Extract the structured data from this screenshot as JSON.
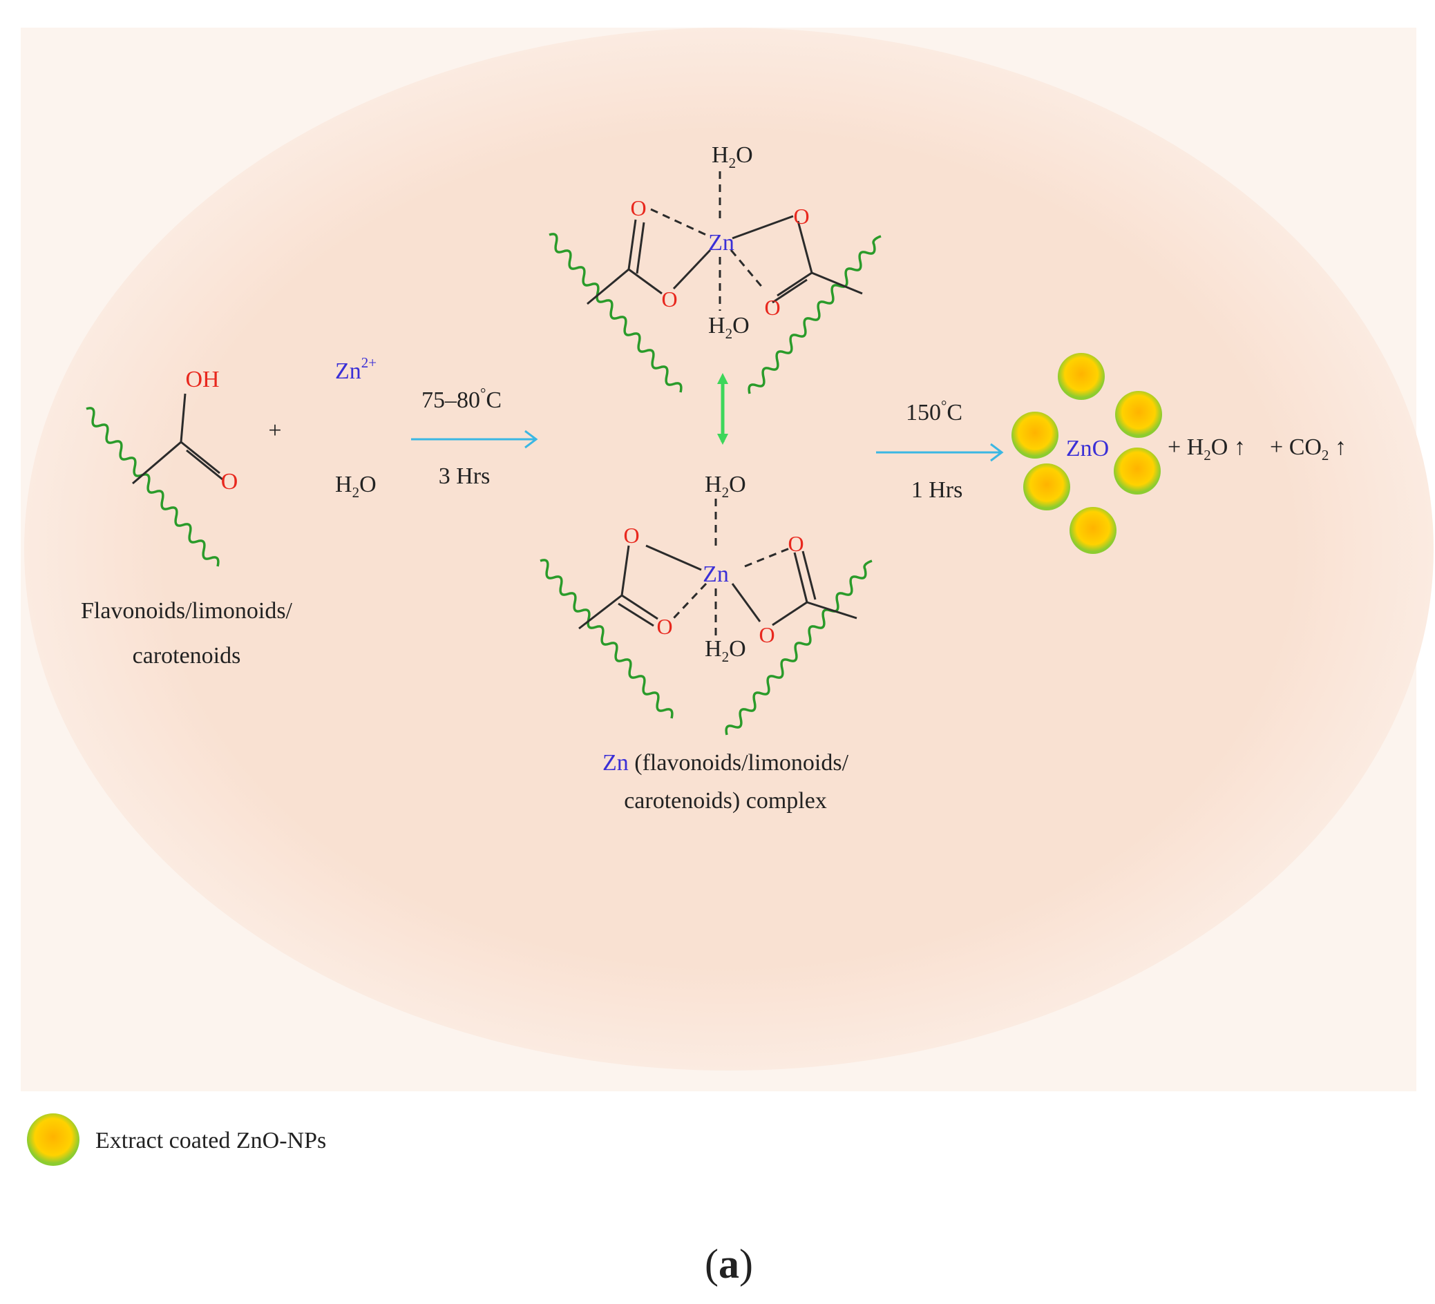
{
  "colors": {
    "background_ellipse": "#f9e2d4",
    "reaction_arrow": "#3bb7e3",
    "equilibrium_arrow": "#3dd65a",
    "zinc_label": "#3a2fd6",
    "oxygen_label": "#e8281e",
    "chain": "#2a9b2a",
    "nanoparticle_core": "#ffc400",
    "nanoparticle_rim": "#8ccc30"
  },
  "reactant": {
    "oh_label": "OH",
    "o_label": "O",
    "caption_line1": "Flavonoids/limonoids/",
    "caption_line2": "carotenoids"
  },
  "plus_sign": "+",
  "zinc_ion": {
    "symbol": "Zn",
    "charge": "2+"
  },
  "water_reagent": {
    "h": "H",
    "sub": "2",
    "o": "O"
  },
  "step1": {
    "temperature": "75–80",
    "degree": "°",
    "unit": "C",
    "time": "3 Hrs"
  },
  "complex_top": {
    "metal": "Zn",
    "oxygen": "O",
    "water_top": {
      "h": "H",
      "sub": "2",
      "o": "O"
    },
    "water_bottom": {
      "h": "H",
      "sub": "2",
      "o": "O"
    }
  },
  "complex_bottom": {
    "metal": "Zn",
    "oxygen": "O",
    "water_top": {
      "h": "H",
      "sub": "2",
      "o": "O"
    },
    "water_bottom": {
      "h": "H",
      "sub": "2",
      "o": "O"
    }
  },
  "complex_caption": {
    "zn": "Zn",
    "line1_rest": " (flavonoids/limonoids/",
    "line2": "carotenoids) complex"
  },
  "step2": {
    "temperature": "150",
    "degree": "°",
    "unit": "C",
    "time": "1 Hrs"
  },
  "product": {
    "label": "ZnO",
    "byproduct_water": {
      "plus": "+ ",
      "h": "H",
      "sub": "2",
      "o": "O",
      "arrow": " ↑"
    },
    "byproduct_co2": {
      "plus": "+ ",
      "c": "CO",
      "sub": "2",
      "arrow": " ↑"
    }
  },
  "legend": {
    "label": "Extract coated ZnO-NPs"
  },
  "panel_label": {
    "open": "(",
    "letter": "a",
    "close": ")"
  }
}
